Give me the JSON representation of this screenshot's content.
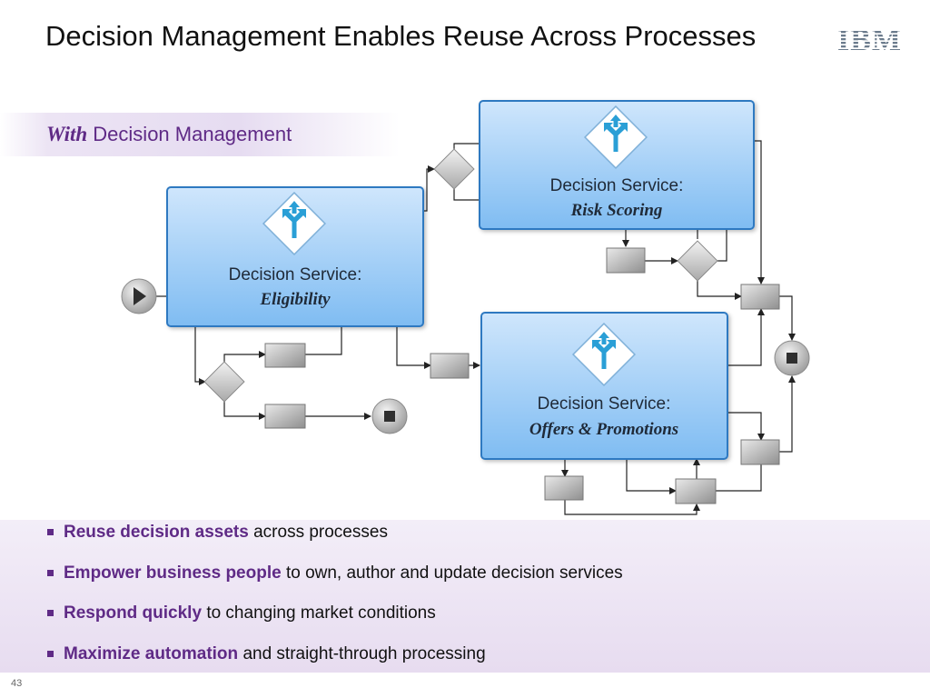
{
  "slide": {
    "title": "Decision Management Enables Reuse Across Processes",
    "logo_text": "IBM",
    "page_number": "43"
  },
  "section_label": {
    "emphasis": "With",
    "rest": "Decision Management"
  },
  "services": [
    {
      "line1": "Decision Service:",
      "line2": "Eligibility"
    },
    {
      "line1": "Decision Service:",
      "line2": "Risk Scoring"
    },
    {
      "line1": "Decision Service:",
      "line2": "Offers & Promotions"
    }
  ],
  "bullets": [
    {
      "highlight": "Reuse decision assets",
      "rest": "across processes"
    },
    {
      "highlight": "Empower business people",
      "rest": "to own, author and update decision services"
    },
    {
      "highlight": "Respond quickly",
      "rest": "to changing market conditions"
    },
    {
      "highlight": "Maximize automation",
      "rest": "and straight-through processing"
    }
  ],
  "colors": {
    "accent_purple": "#5f2a86",
    "service_box": "#a9d2f8",
    "service_border": "#2e79c1",
    "icon_blue": "#2a9fd6"
  }
}
